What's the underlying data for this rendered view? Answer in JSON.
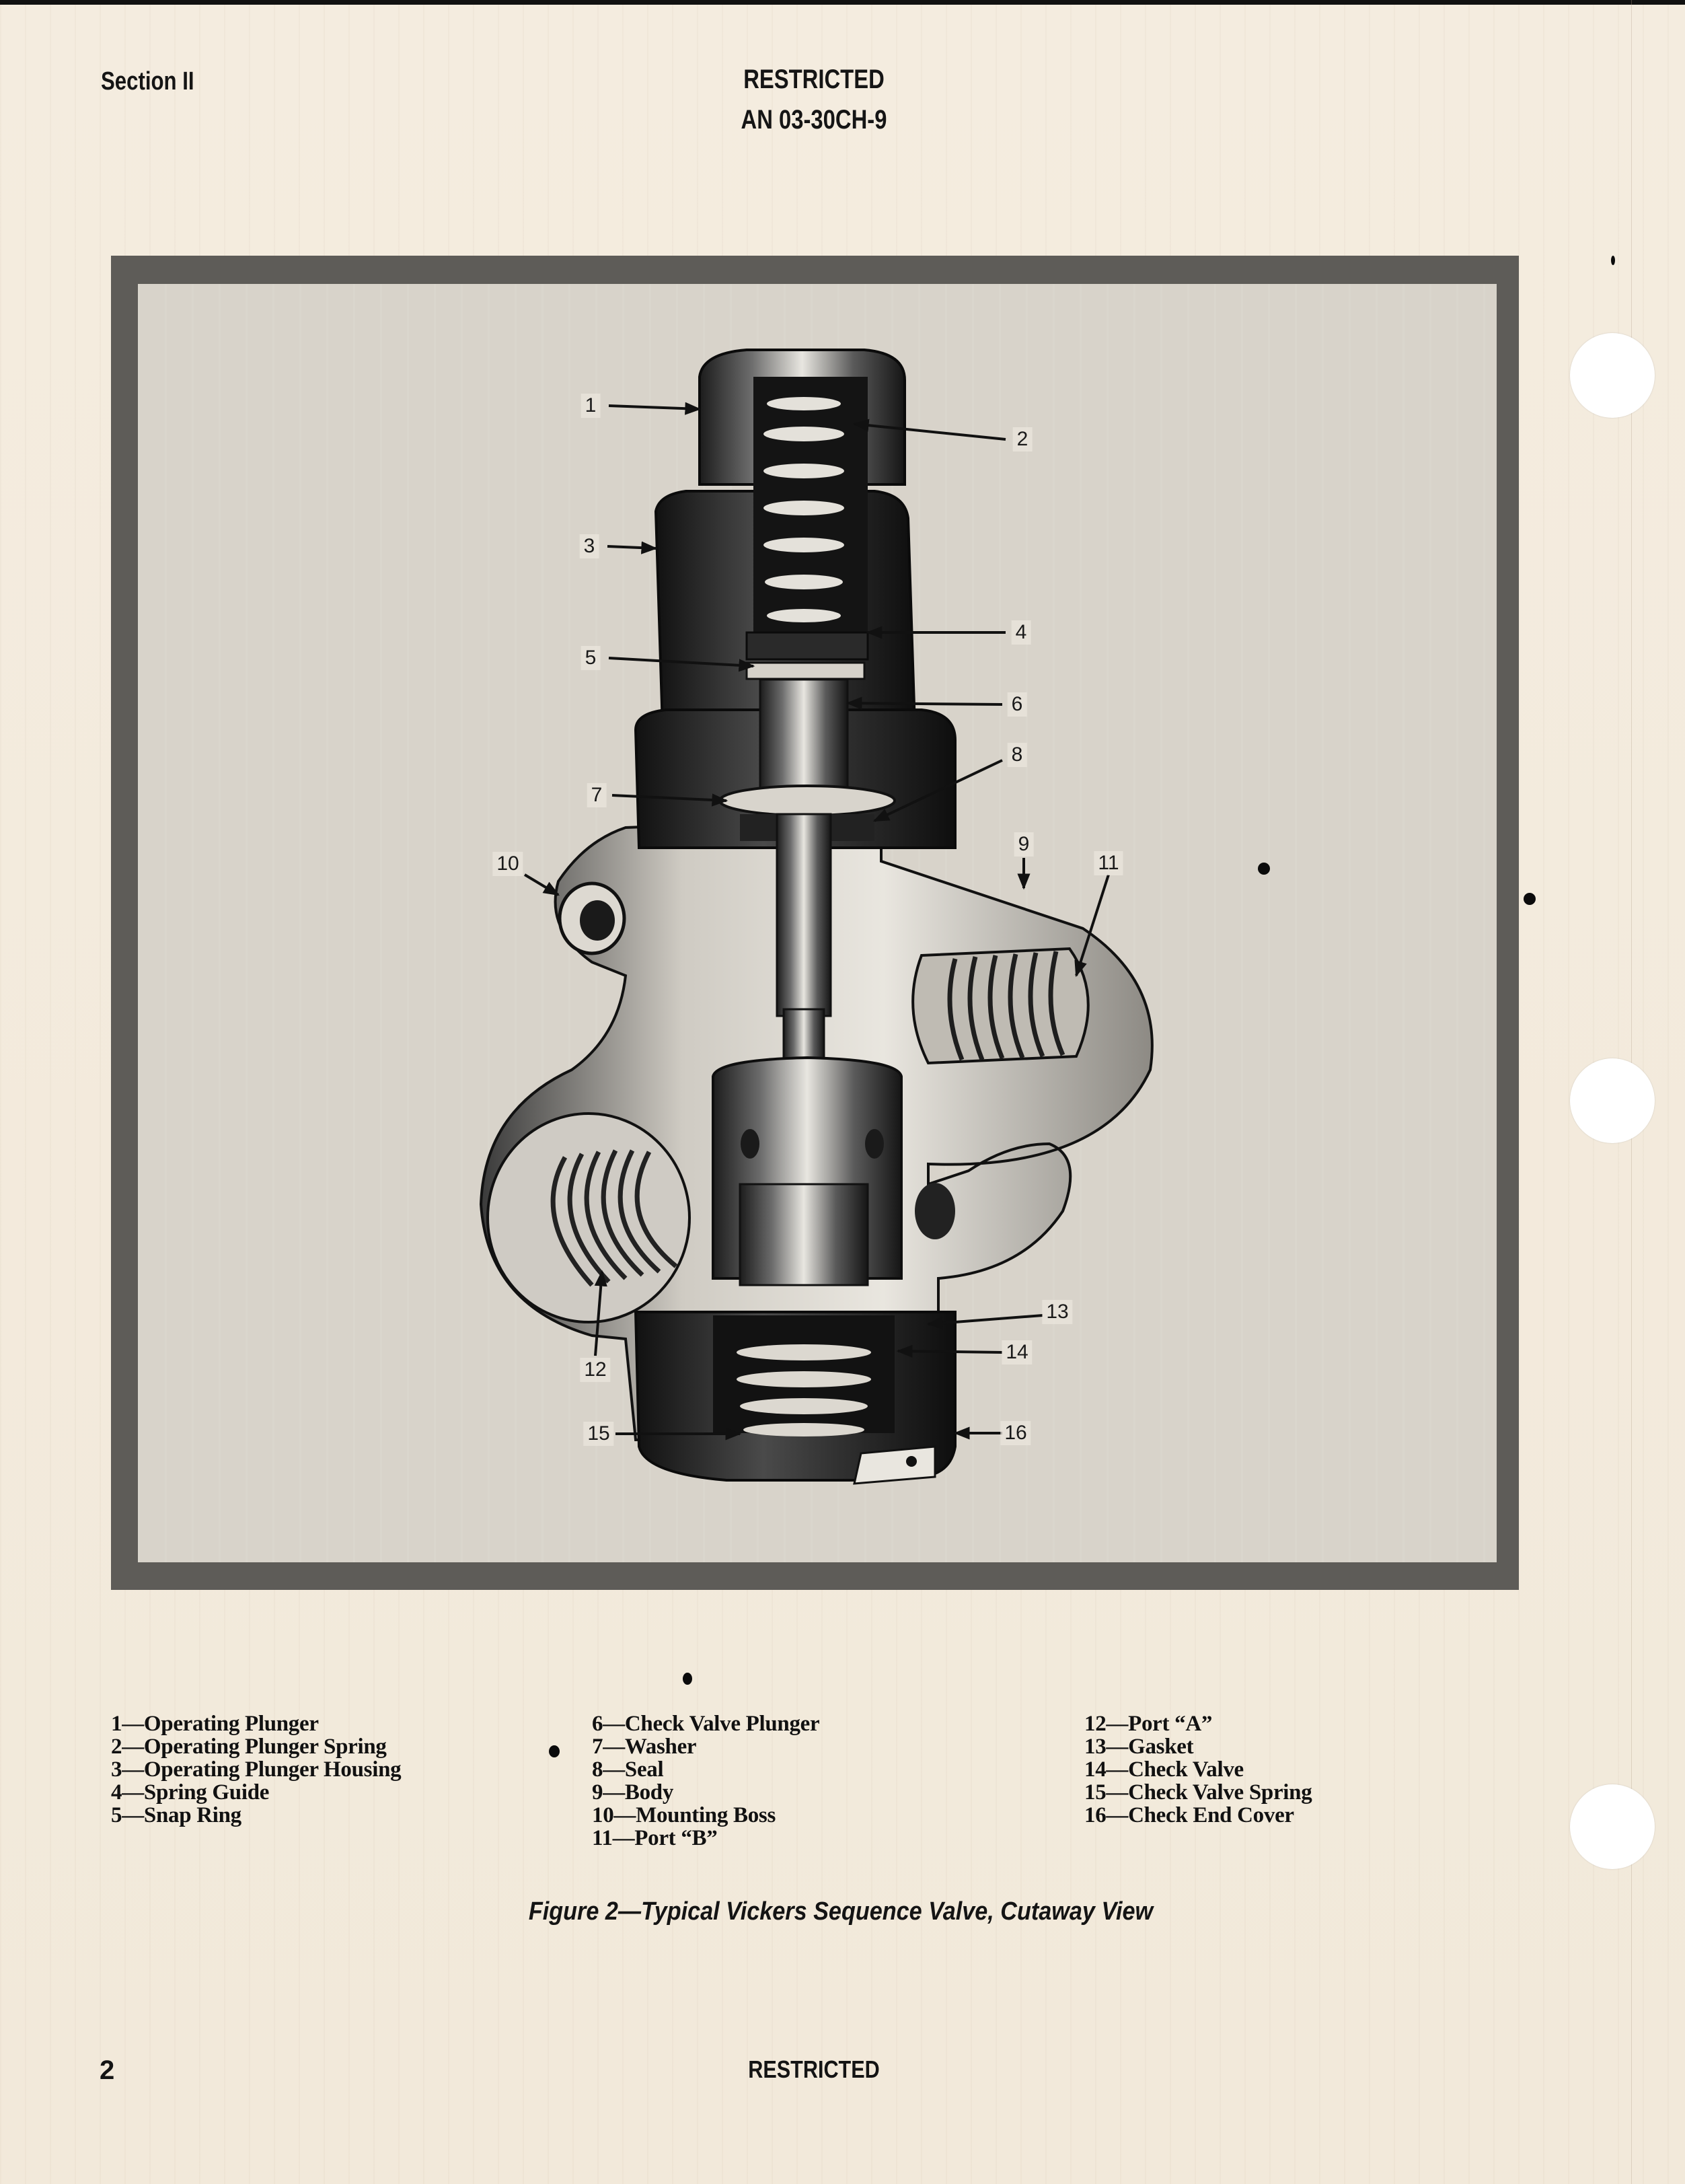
{
  "header": {
    "section": "Section II",
    "classification": "RESTRICTED",
    "document_id": "AN 03-30CH-9"
  },
  "figure": {
    "caption": "Figure 2—Typical Vickers Sequence Valve, Cutaway View",
    "callouts": [
      {
        "n": "1",
        "label": "Operating Plunger"
      },
      {
        "n": "2",
        "label": "Operating Plunger Spring"
      },
      {
        "n": "3",
        "label": "Operating Plunger Housing"
      },
      {
        "n": "4",
        "label": "Spring Guide"
      },
      {
        "n": "5",
        "label": "Snap Ring"
      },
      {
        "n": "6",
        "label": "Check Valve Plunger"
      },
      {
        "n": "7",
        "label": "Washer"
      },
      {
        "n": "8",
        "label": "Seal"
      },
      {
        "n": "9",
        "label": "Body"
      },
      {
        "n": "10",
        "label": "Mounting Boss"
      },
      {
        "n": "11",
        "label": "Port “B”"
      },
      {
        "n": "12",
        "label": "Port “A”"
      },
      {
        "n": "13",
        "label": "Gasket"
      },
      {
        "n": "14",
        "label": "Check Valve"
      },
      {
        "n": "15",
        "label": "Check Valve Spring"
      },
      {
        "n": "16",
        "label": "Check End Cover"
      }
    ]
  },
  "legend": {
    "col1": [
      "1—Operating Plunger",
      "2—Operating Plunger Spring",
      "3—Operating Plunger Housing",
      "4—Spring Guide",
      "5—Snap Ring"
    ],
    "col2": [
      "6—Check Valve Plunger",
      "7—Washer",
      "8—Seal",
      "9—Body",
      "10—Mounting Boss",
      "11—Port “B”"
    ],
    "col3": [
      "12—Port “A”",
      "13—Gasket",
      "14—Check Valve",
      "15—Check Valve Spring",
      "16—Check End Cover"
    ]
  },
  "footer": {
    "page_number": "2",
    "classification": "RESTRICTED"
  },
  "colors": {
    "paper": "#f3ebdd",
    "frame": "#5e5c58",
    "figure_background": "#d8d3ca",
    "ink": "#141414"
  }
}
